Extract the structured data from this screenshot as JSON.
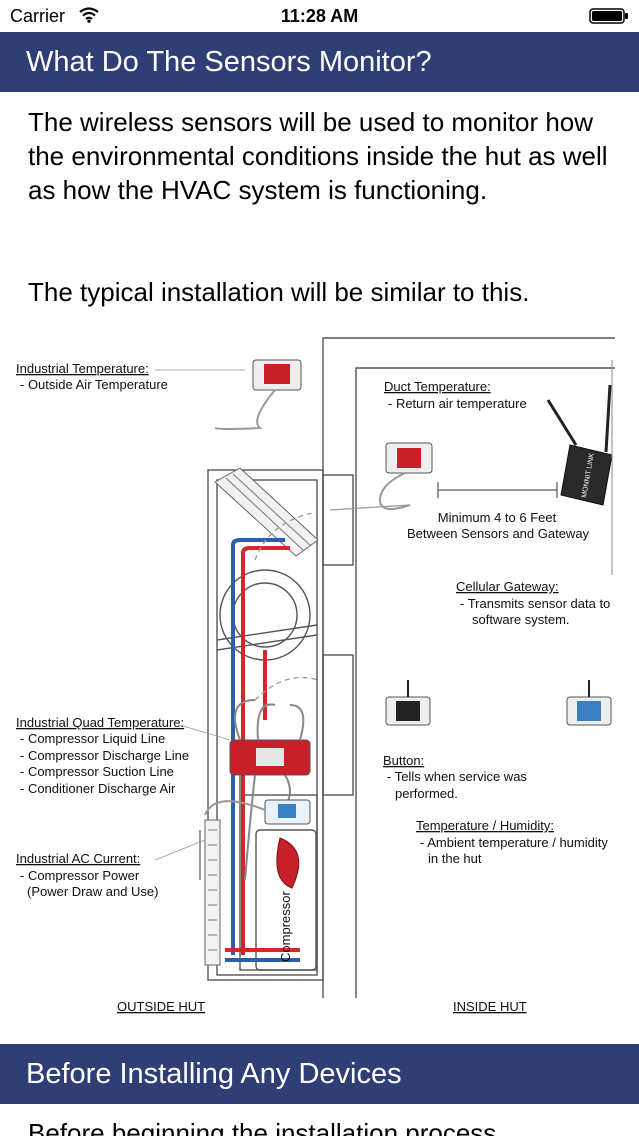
{
  "status_bar": {
    "carrier": "Carrier",
    "time": "11:28 AM"
  },
  "sections": [
    {
      "title": "What Do The Sensors Monitor?",
      "paragraphs": [
        "The wireless sensors will be used to monitor how the environmental conditions inside the hut as well as how the HVAC system is functioning.",
        "The typical installation will be similar to this."
      ]
    },
    {
      "title": "Before Installing Any Devices",
      "paragraphs": [
        "Before beginning the installation process"
      ]
    }
  ],
  "diagram": {
    "industrial_temperature": {
      "title": "Industrial Temperature:",
      "items": [
        "- Outside Air Temperature"
      ]
    },
    "duct_temperature": {
      "title": "Duct Temperature:",
      "items": [
        "- Return air temperature"
      ]
    },
    "distance_note": [
      "Minimum 4 to 6 Feet",
      "Between Sensors and Gateway"
    ],
    "cellular_gateway": {
      "title": "Cellular Gateway:",
      "items": [
        "- Transmits sensor data to",
        "software system."
      ]
    },
    "industrial_quad": {
      "title": "Industrial Quad Temperature:",
      "items": [
        "- Compressor Liquid Line",
        "- Compressor Discharge Line",
        "- Compressor Suction Line",
        "- Conditioner Discharge Air"
      ]
    },
    "button": {
      "title": "Button:",
      "items": [
        "- Tells when service was",
        "performed."
      ]
    },
    "temp_humidity": {
      "title": "Temperature / Humidity:",
      "items": [
        "- Ambient temperature / humidity",
        "in the hut"
      ]
    },
    "industrial_ac": {
      "title": "Industrial AC Current:",
      "items": [
        "- Compressor Power",
        "(Power Draw and Use)"
      ]
    },
    "compressor_label": "Compressor",
    "gateway_label": "MONNIT LINK",
    "outside_hut": "OUTSIDE HUT",
    "inside_hut": "INSIDE HUT",
    "colors": {
      "header_bg": "#2f3e74",
      "sensor_red": "#c8202a",
      "sensor_blue": "#3b7fc4",
      "pipe_red": "#d6262c",
      "pipe_blue": "#2b5fae"
    }
  }
}
